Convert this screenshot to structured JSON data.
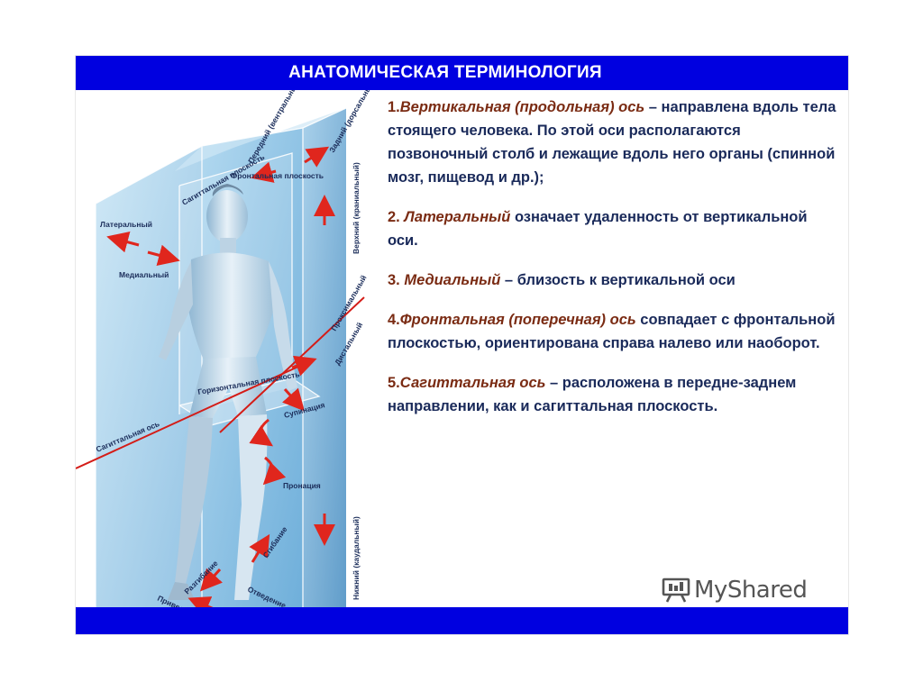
{
  "slide": {
    "title": "АНАТОМИЧЕСКАЯ ТЕРМИНОЛОГИЯ",
    "colors": {
      "bar": "#0000e0",
      "term": "#7a2b13",
      "text": "#1a2a5a"
    }
  },
  "figure": {
    "labels": {
      "lateral": "Латеральный",
      "medial": "Медиальный",
      "sagittal_plane": "Сагиттальная плоскость",
      "frontal_plane": "Фронтальная плоскость",
      "anterior": "Передний (вентральный)",
      "posterior": "Задний (дорсальный)",
      "superior": "Верхний (краниальный)",
      "proximal": "Проксимальный",
      "distal": "Дистальный",
      "horizontal_plane": "Горизонтальная плоскость",
      "sagittal_axis": "Сагиттальная ось",
      "supination": "Супинация",
      "pronation": "Пронация",
      "flexion": "Сгибание",
      "extension": "Разгибание",
      "adduction": "Приведение",
      "abduction": "Отведение",
      "inferior": "Нижний (каудальный)"
    }
  },
  "items": [
    {
      "num": "1.",
      "term": "Вертикальная (продольная) ось",
      "rest": " – направлена вдоль тела стоящего человека. По этой оси располагаются позвоночный столб и лежащие вдоль него органы (спинной мозг, пищевод и др.);"
    },
    {
      "num": "2. ",
      "term": "Латеральный",
      "rest": " означает удаленность от вертикальной оси."
    },
    {
      "num": "3. ",
      "term": "Медиальный",
      "rest": " – близость к вертикальной оси"
    },
    {
      "num": "4.",
      "term": "Фронтальная (поперечная) ось",
      "rest": " совпадает с фронтальной плоскостью, ориентирована справа налево или наоборот."
    },
    {
      "num": "5.",
      "term": "Сагиттальная ось",
      "rest": " – расположена в передне-заднем направлении, как и сагиттальная плоскость."
    }
  ],
  "logo": {
    "text": "MyShared",
    "icon": "myshared-logo-icon"
  }
}
